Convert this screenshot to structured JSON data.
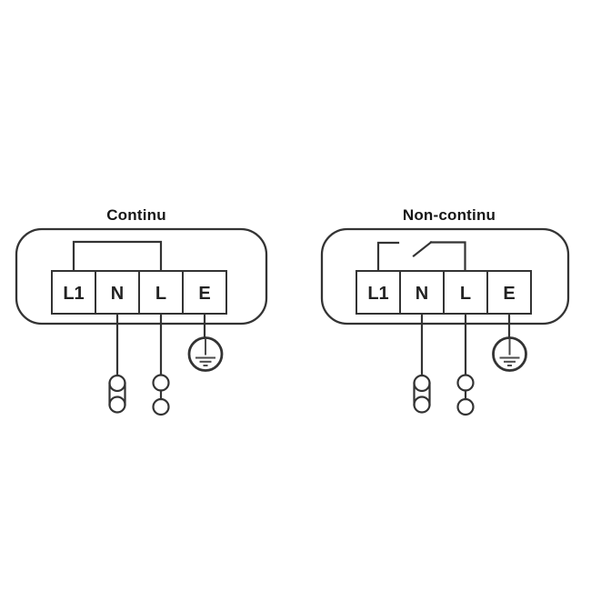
{
  "diagrams": [
    {
      "title": "Continu",
      "terminals": [
        "L1",
        "N",
        "L",
        "E"
      ],
      "top_link": "closed-jumper",
      "icons": [
        "jumper-wire",
        "link-connector-icon",
        "chain-connector-icon",
        "earth-ground-icon"
      ]
    },
    {
      "title": "Non-continu",
      "terminals": [
        "L1",
        "N",
        "L",
        "E"
      ],
      "top_link": "open-switch-contact",
      "icons": [
        "switch-contact-icon",
        "link-connector-icon",
        "chain-connector-icon",
        "earth-ground-icon"
      ]
    }
  ],
  "colors": {
    "line": "#333333",
    "text": "#161616",
    "background": "#ffffff"
  }
}
